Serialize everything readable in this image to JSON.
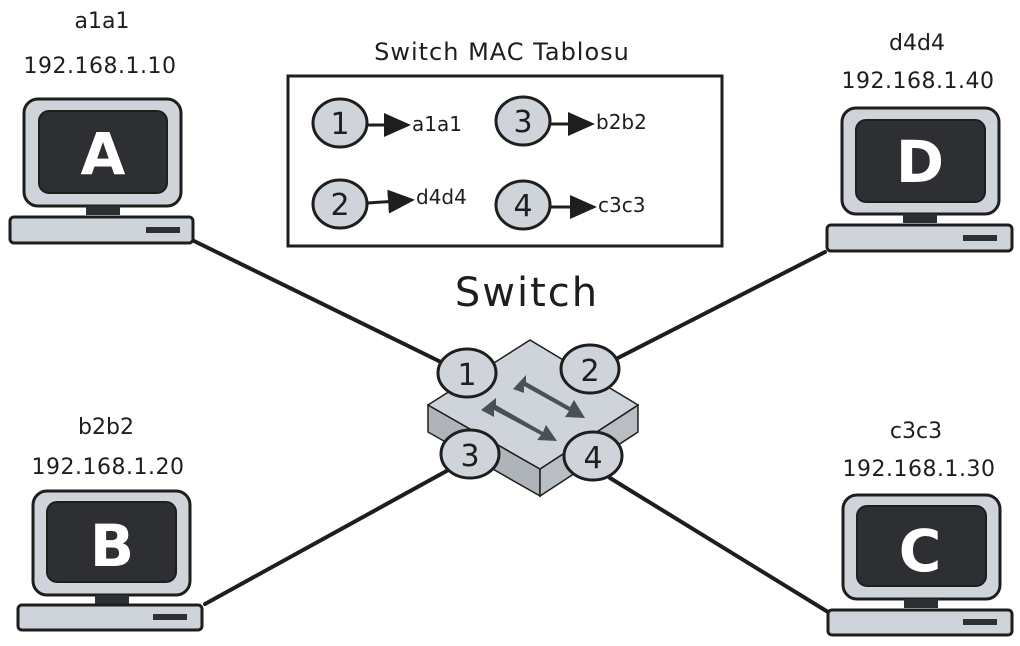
{
  "table": {
    "title": "Switch MAC Tablosu",
    "entries": [
      {
        "port": "1",
        "mac": "a1a1"
      },
      {
        "port": "3",
        "mac": "b2b2"
      },
      {
        "port": "2",
        "mac": "d4d4"
      },
      {
        "port": "4",
        "mac": "c3c3"
      }
    ]
  },
  "switch": {
    "label": "Switch",
    "ports": [
      "1",
      "2",
      "3",
      "4"
    ]
  },
  "computers": {
    "a": {
      "letter": "A",
      "mac": "a1a1",
      "ip": "192.168.1.10"
    },
    "b": {
      "letter": "B",
      "mac": "b2b2",
      "ip": "192.168.1.20"
    },
    "c": {
      "letter": "C",
      "mac": "c3c3",
      "ip": "192.168.1.30"
    },
    "d": {
      "letter": "D",
      "mac": "d4d4",
      "ip": "192.168.1.40"
    }
  },
  "colors": {
    "stroke": "#1e1e1e",
    "screen": "#2d2f33",
    "device": "#ced4da",
    "switch_top": "#ced4da",
    "switch_side": "#aeb4ba",
    "arrow": "#495057"
  }
}
